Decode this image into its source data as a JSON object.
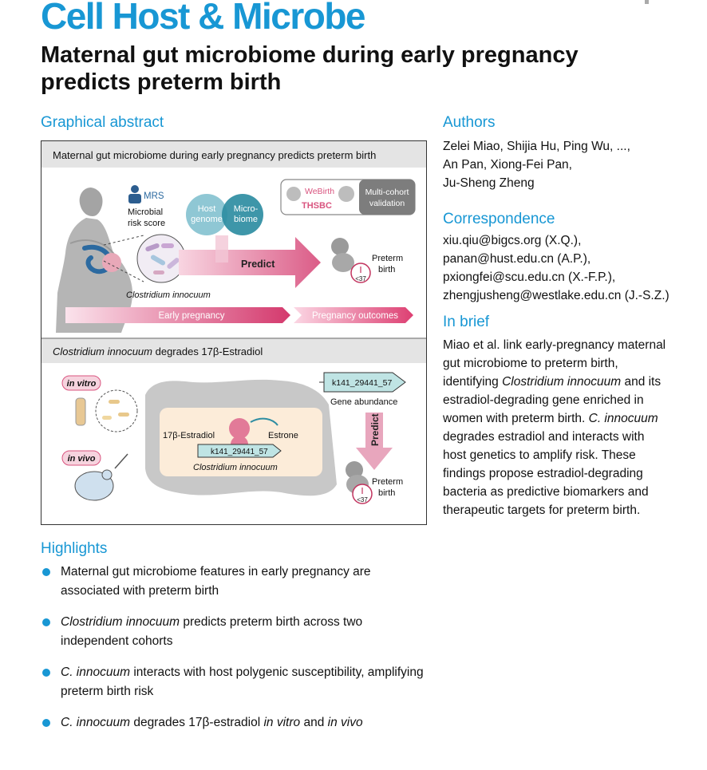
{
  "journal": "Cell Host & Microbe",
  "title_line1": "Maternal gut microbiome during early pregnancy",
  "title_line2": "predicts preterm birth",
  "graphical_abstract": {
    "heading": "Graphical abstract",
    "panel1_title": "Maternal gut microbiome during early pregnancy predicts preterm birth",
    "mrs_label": "MRS",
    "mrs_line1": "Microbial",
    "mrs_line2": "risk score",
    "host_line1": "Host",
    "host_line2": "genome",
    "micro_line1": "Micro-",
    "micro_line2": "biome",
    "webirth": "WeBirth",
    "thsbc": "THSBC",
    "multi_line1": "Multi-cohort",
    "multi_line2": "validation",
    "predict": "Predict",
    "preterm": "Preterm",
    "birth": "birth",
    "lt37": "<37",
    "clostridium": "Clostridium innocuum",
    "early_pregnancy": "Early pregnancy",
    "pregnancy_outcomes": "Pregnancy outcomes",
    "panel2_title_italic": "Clostridium innocuum",
    "panel2_title_rest": " degrades 17β-Estradiol",
    "in_vitro": "in vitro",
    "in_vivo": "in vivo",
    "gene_id": "k141_29441_57",
    "gene_abundance": "Gene abundance",
    "estradiol": "17β-Estradiol",
    "estrone": "Estrone"
  },
  "authors": {
    "heading": "Authors",
    "line1": "Zelei Miao, Shijia Hu, Ping Wu, ...,",
    "line2": "An Pan, Xiong-Fei Pan,",
    "line3": "Ju-Sheng Zheng"
  },
  "correspondence": {
    "heading": "Correspondence",
    "emails": [
      "xiu.qiu@bigcs.org (X.Q.),",
      "panan@hust.edu.cn (A.P.),",
      "pxiongfei@scu.edu.cn (X.-F.P.),",
      "zhengjusheng@westlake.edu.cn (J.-S.Z.)"
    ]
  },
  "in_brief": {
    "heading": "In brief",
    "l1": "Miao et al. link early-pregnancy maternal",
    "l2": "gut microbiome to preterm birth,",
    "l3a": "identifying ",
    "l3i": "Clostridium innocuum",
    "l3b": " and its",
    "l4": "estradiol-degrading gene enriched in",
    "l5a": "women with preterm birth. ",
    "l5i": "C. innocuum",
    "l6": "degrades estradiol and interacts with",
    "l7": "host genetics to amplify risk. These",
    "l8": "findings propose estradiol-degrading",
    "l9": "bacteria as predictive biomarkers and",
    "l10": "therapeutic targets for preterm birth."
  },
  "highlights": {
    "heading": "Highlights",
    "h1": "Maternal gut microbiome features in early pregnancy are associated with preterm birth",
    "h2_italic": "Clostridium innocuum",
    "h2_rest": " predicts preterm birth across two independent cohorts",
    "h3_italic": "C. innocuum",
    "h3_rest": " interacts with host polygenic susceptibility, amplifying preterm birth risk",
    "h4_italic": "C. innocuum",
    "h4_mid": " degrades 17β-estradiol ",
    "h4_italic2": "in vitro",
    "h4_and": " and ",
    "h4_italic3": "in vivo"
  },
  "colors": {
    "accent": "#1897d4",
    "pink": "#d9547f",
    "teal": "#2e8da2"
  }
}
